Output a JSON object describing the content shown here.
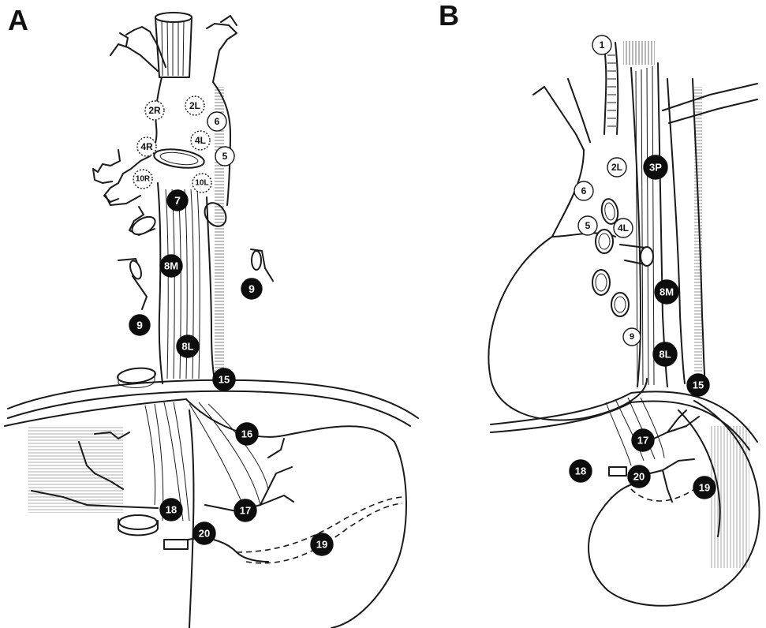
{
  "panels": [
    {
      "letter": "A",
      "nodes": [
        {
          "label": "2R",
          "style": "open-dotted"
        },
        {
          "label": "2L",
          "style": "open-dotted"
        },
        {
          "label": "6",
          "style": "open"
        },
        {
          "label": "4R",
          "style": "open-dotted"
        },
        {
          "label": "4L",
          "style": "open-dotted"
        },
        {
          "label": "5",
          "style": "open"
        },
        {
          "label": "10R",
          "style": "open-dotted"
        },
        {
          "label": "10L",
          "style": "open-dotted"
        },
        {
          "label": "7",
          "style": "filled"
        },
        {
          "label": "8M",
          "style": "filled"
        },
        {
          "label": "9",
          "style": "filled"
        },
        {
          "label": "9",
          "style": "filled"
        },
        {
          "label": "8L",
          "style": "filled"
        },
        {
          "label": "15",
          "style": "filled"
        },
        {
          "label": "16",
          "style": "filled"
        },
        {
          "label": "18",
          "style": "filled"
        },
        {
          "label": "17",
          "style": "filled"
        },
        {
          "label": "20",
          "style": "filled"
        },
        {
          "label": "19",
          "style": "filled"
        }
      ]
    },
    {
      "letter": "B",
      "nodes": [
        {
          "label": "1",
          "style": "open"
        },
        {
          "label": "2L",
          "style": "open"
        },
        {
          "label": "3P",
          "style": "filled"
        },
        {
          "label": "6",
          "style": "open"
        },
        {
          "label": "5",
          "style": "open"
        },
        {
          "label": "4L",
          "style": "open"
        },
        {
          "label": "8M",
          "style": "filled"
        },
        {
          "label": "9",
          "style": "open"
        },
        {
          "label": "8L",
          "style": "filled"
        },
        {
          "label": "15",
          "style": "filled"
        },
        {
          "label": "17",
          "style": "filled"
        },
        {
          "label": "18",
          "style": "filled"
        },
        {
          "label": "20",
          "style": "filled"
        },
        {
          "label": "19",
          "style": "filled"
        }
      ]
    }
  ],
  "colors": {
    "ink": "#1a1a1a",
    "filled_node": "#0d0d0d",
    "background": "#ffffff"
  }
}
